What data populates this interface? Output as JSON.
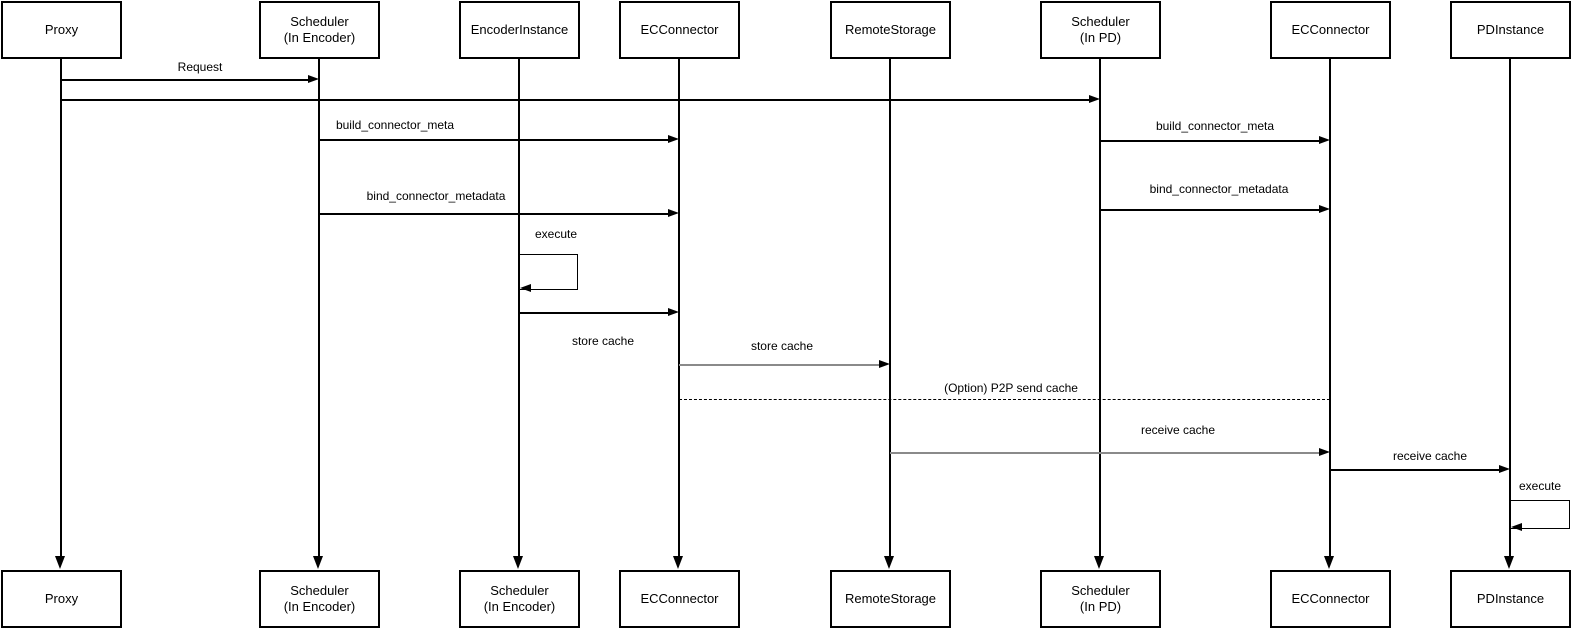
{
  "diagram": {
    "kind": "uml-sequence-diagram",
    "background_color": "#ffffff",
    "line_color": "#000000",
    "cache_arrow_color": "#8a8a8a",
    "top_actors": [
      {
        "label": "Proxy"
      },
      {
        "label": "Scheduler\n(In Encoder)"
      },
      {
        "label": "EncoderInstance"
      },
      {
        "label": "ECConnector"
      },
      {
        "label": "RemoteStorage"
      },
      {
        "label": "Scheduler\n(In PD)"
      },
      {
        "label": "ECConnector"
      },
      {
        "label": "PDInstance"
      }
    ],
    "bottom_actors": [
      {
        "label": "Proxy"
      },
      {
        "label": "Scheduler\n(In Encoder)"
      },
      {
        "label": "Scheduler\n(In Encoder)"
      },
      {
        "label": "ECConnector"
      },
      {
        "label": "RemoteStorage"
      },
      {
        "label": "Scheduler\n(In PD)"
      },
      {
        "label": "ECConnector"
      },
      {
        "label": "PDInstance"
      }
    ],
    "messages": {
      "request": {
        "label": "Request",
        "from": "Proxy",
        "to": "Scheduler (In Encoder)",
        "style": "solid"
      },
      "forward_request": {
        "label": "",
        "from": "Proxy",
        "to": "Scheduler (In PD)",
        "style": "solid"
      },
      "build_connector_meta_encoder": {
        "label": "build_connector_meta",
        "from": "Scheduler (In Encoder)",
        "to": "ECConnector",
        "style": "solid"
      },
      "bind_connector_metadata_encoder": {
        "label": "bind_connector_metadata",
        "from": "Scheduler (In Encoder)",
        "to": "ECConnector",
        "style": "solid"
      },
      "execute_encoder": {
        "label": "execute",
        "from": "EncoderInstance",
        "to": "EncoderInstance",
        "style": "self-loop"
      },
      "store_cache_prepare": {
        "label": "store cache",
        "from": "EncoderInstance",
        "to": "ECConnector",
        "style": "solid"
      },
      "store_cache_remote": {
        "label": "store cache",
        "from": "ECConnector",
        "to": "RemoteStorage",
        "style": "gray"
      },
      "p2p_send_cache": {
        "label": "(Option) P2P send cache",
        "from": "ECConnector",
        "to": "ECConnector (PD side)",
        "style": "dashed"
      },
      "build_connector_meta_pd": {
        "label": "build_connector_meta",
        "from": "Scheduler (In PD)",
        "to": "ECConnector",
        "style": "solid"
      },
      "bind_connector_metadata_pd": {
        "label": "bind_connector_metadata",
        "from": "Scheduler (In PD)",
        "to": "ECConnector",
        "style": "solid"
      },
      "receive_cache_remote": {
        "label": "receive cache",
        "from": "RemoteStorage",
        "to": "ECConnector",
        "style": "gray"
      },
      "receive_cache_pd": {
        "label": "receive cache",
        "from": "ECConnector",
        "to": "PDInstance",
        "style": "solid"
      },
      "execute_pd": {
        "label": "execute",
        "from": "PDInstance",
        "to": "PDInstance",
        "style": "self-loop"
      }
    }
  }
}
